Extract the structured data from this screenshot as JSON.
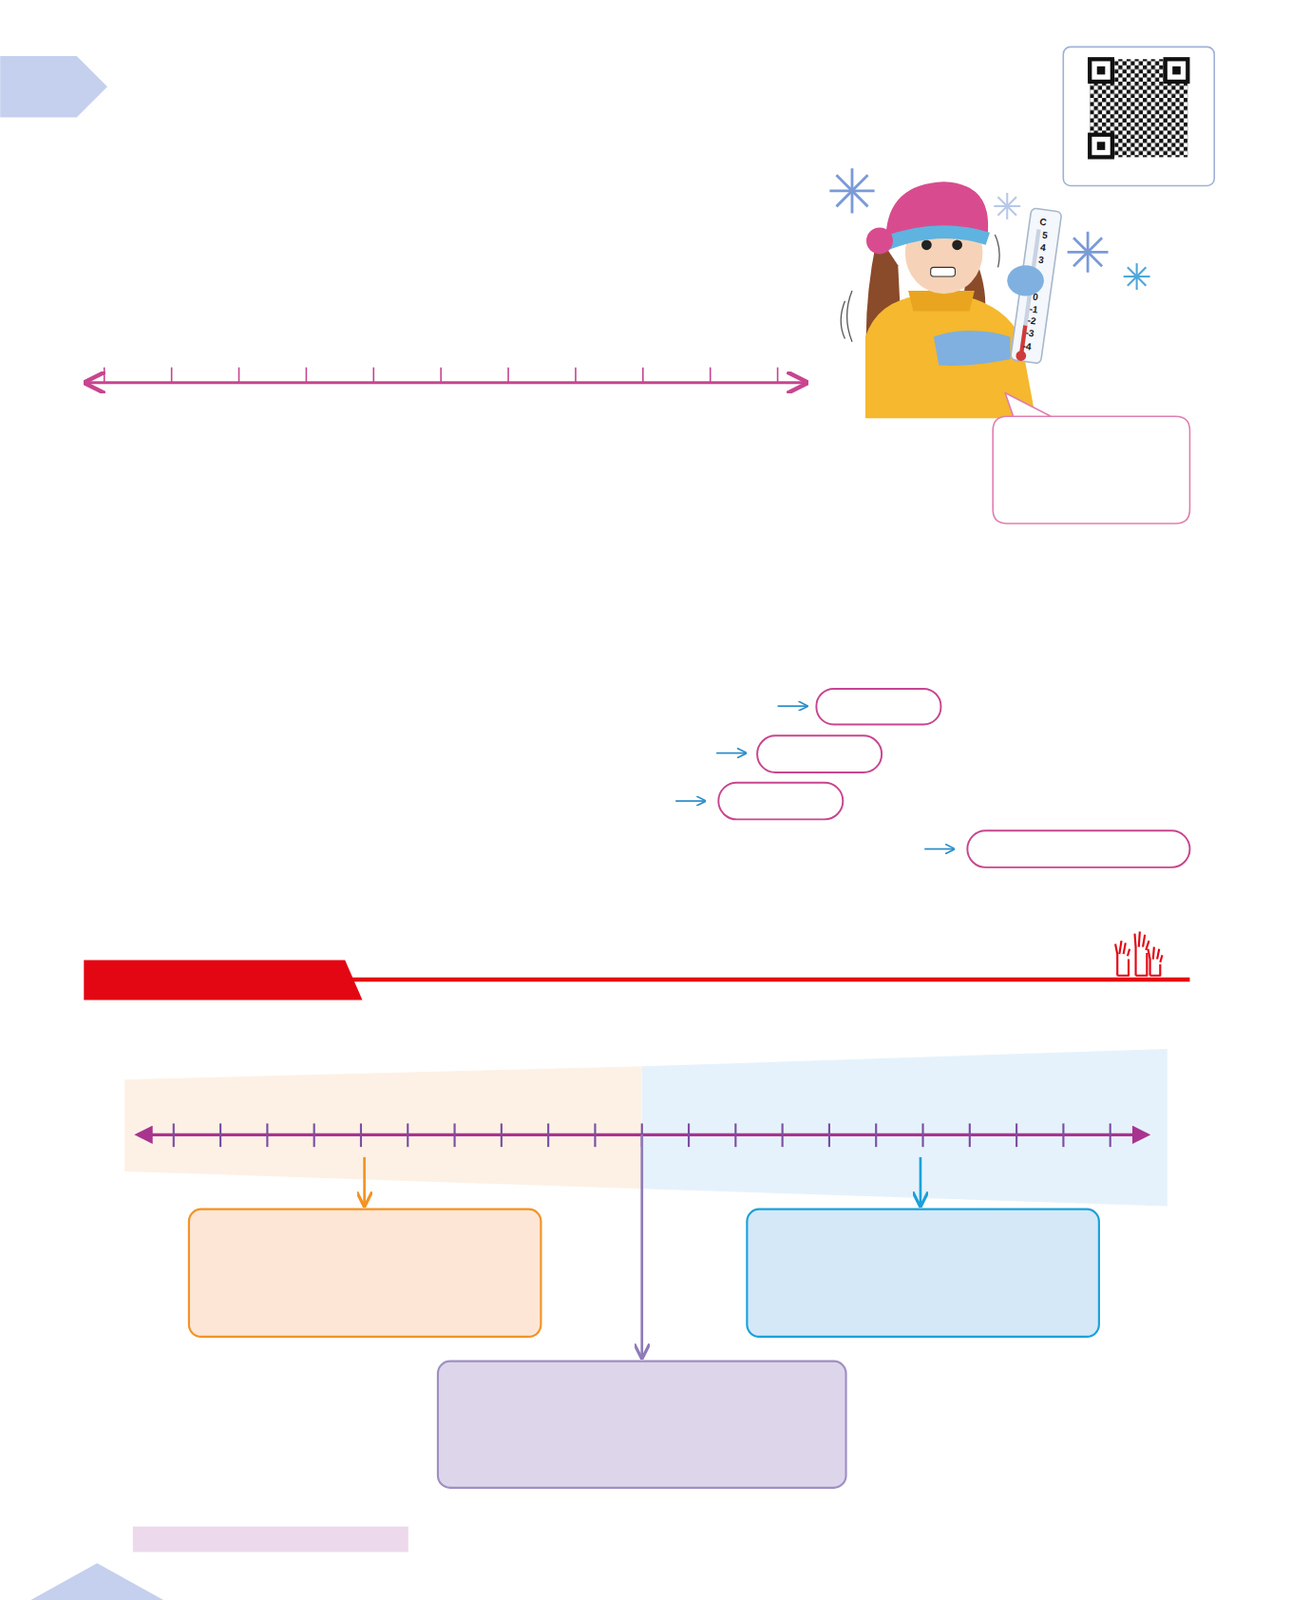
{
  "diagram": {
    "labels": [
      "C",
      "5",
      "4",
      "3",
      "0",
      "-1",
      "-2",
      "-3",
      "-4"
    ]
  }
}
